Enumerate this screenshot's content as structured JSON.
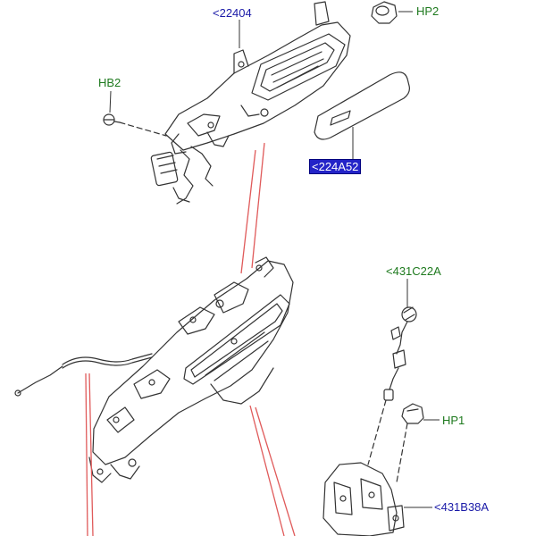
{
  "callouts": {
    "part_22404": "<22404",
    "part_HP2": "HP2",
    "part_HB2": "HB2",
    "part_224A52": "<224A52",
    "part_431C22A": "<431C22A",
    "part_HP1": "HP1",
    "part_431B38A": "<431B38A"
  },
  "colors": {
    "callout_green": "#1e7a1e",
    "callout_blue": "#1a1aa8",
    "selected_bg": "#2323c8",
    "leader_red": "#e05a5a",
    "line_art": "#333333"
  }
}
